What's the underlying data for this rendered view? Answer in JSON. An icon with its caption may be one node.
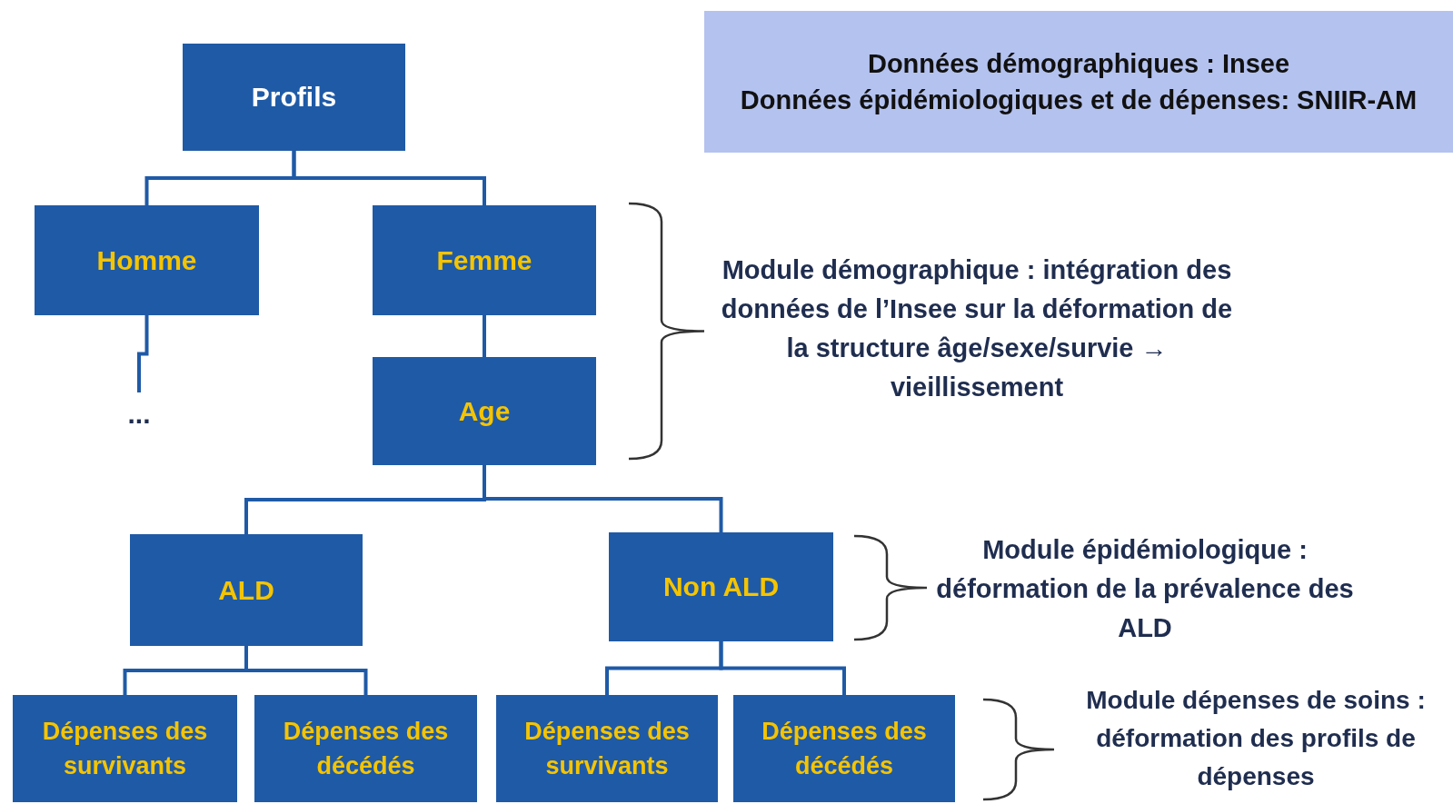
{
  "diagram": {
    "nodes": [
      {
        "text": [
          "Profils"
        ]
      },
      {
        "text": [
          "Données démographiques : Insee",
          "Données épidémiologiques et de dépenses: SNIIR-AM"
        ]
      },
      {
        "text": [
          "Homme"
        ]
      },
      {
        "text": [
          "Femme"
        ]
      },
      {
        "text": [
          "Age"
        ]
      },
      {
        "text": [
          "..."
        ]
      },
      {
        "text": [
          "ALD"
        ]
      },
      {
        "text": [
          "Non ALD"
        ]
      },
      {
        "text": [
          "Dépenses des survivants"
        ]
      },
      {
        "text": [
          "Dépenses des décédés"
        ]
      },
      {
        "text": [
          "Dépenses des survivants"
        ]
      },
      {
        "text": [
          "Dépenses des décédés"
        ]
      }
    ],
    "edges": [
      {
        "from": 0,
        "to": 2,
        "arrow": "none"
      },
      {
        "from": 0,
        "to": 3,
        "arrow": "none"
      },
      {
        "from": 3,
        "to": 4,
        "arrow": "none"
      },
      {
        "from": 2,
        "to": 5,
        "arrow": "none"
      },
      {
        "from": 4,
        "to": 6,
        "arrow": "none"
      },
      {
        "from": 4,
        "to": 7,
        "arrow": "none"
      },
      {
        "from": 6,
        "to": 8,
        "arrow": "none"
      },
      {
        "from": 6,
        "to": 9,
        "arrow": "none"
      },
      {
        "from": 7,
        "to": 10,
        "arrow": "none"
      },
      {
        "from": 7,
        "to": 11,
        "arrow": "none"
      }
    ],
    "labels": [
      "Module démographique : intégration des données de l’Insee sur la déformation de la structure âge/sexe/survie → vieillissement",
      "Module épidémiologique : déformation de la prévalence des ALD",
      "Module dépenses de soins : déformation des profils de dépenses"
    ]
  }
}
